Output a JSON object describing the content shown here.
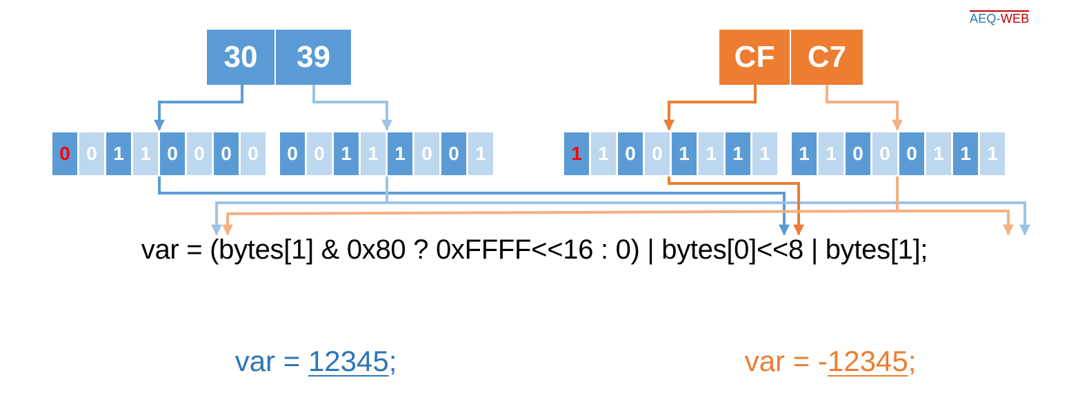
{
  "logo": {
    "part1": "AEQ-",
    "part2": "WEB",
    "color1": "#2e75b6",
    "color2": "#c00000"
  },
  "colors": {
    "blue": "#5b9bd5",
    "blue_light": "#9dc3e6",
    "bit_dark": "#5b9bd5",
    "bit_light": "#bdd7ee",
    "orange": "#ed7d31",
    "orange_light": "#f4b183",
    "sign_bit": "#ff0000",
    "result_blue": "#2e75b6",
    "result_orange": "#ed7d31"
  },
  "blue_bytes": [
    "30",
    "39"
  ],
  "orange_bytes": [
    "CF",
    "C7"
  ],
  "bit_groups": [
    {
      "bits": [
        "0",
        "0",
        "1",
        "1",
        "0",
        "0",
        "0",
        "0"
      ],
      "shades": [
        "dark",
        "light",
        "dark",
        "light",
        "dark",
        "light",
        "dark",
        "light"
      ],
      "sign": true
    },
    {
      "bits": [
        "0",
        "0",
        "1",
        "1",
        "1",
        "0",
        "0",
        "1"
      ],
      "shades": [
        "dark",
        "light",
        "dark",
        "light",
        "dark",
        "light",
        "dark",
        "light"
      ],
      "sign": false
    },
    {
      "bits": [
        "1",
        "1",
        "0",
        "0",
        "1",
        "1",
        "1",
        "1"
      ],
      "shades": [
        "dark",
        "light",
        "dark",
        "light",
        "dark",
        "light",
        "dark",
        "light"
      ],
      "sign": true
    },
    {
      "bits": [
        "1",
        "1",
        "0",
        "0",
        "0",
        "1",
        "1",
        "1"
      ],
      "shades": [
        "dark",
        "light",
        "dark",
        "light",
        "dark",
        "light",
        "dark",
        "light"
      ],
      "sign": false
    }
  ],
  "code_line": "var = (bytes[1] & 0x80 ? 0xFFFF<<16 : 0) | bytes[0]<<8 | bytes[1];",
  "result_blue": {
    "prefix": "var = ",
    "value": "12345",
    "suffix": ";"
  },
  "result_orange": {
    "prefix": "var = -",
    "value": "12345",
    "suffix": ";"
  }
}
